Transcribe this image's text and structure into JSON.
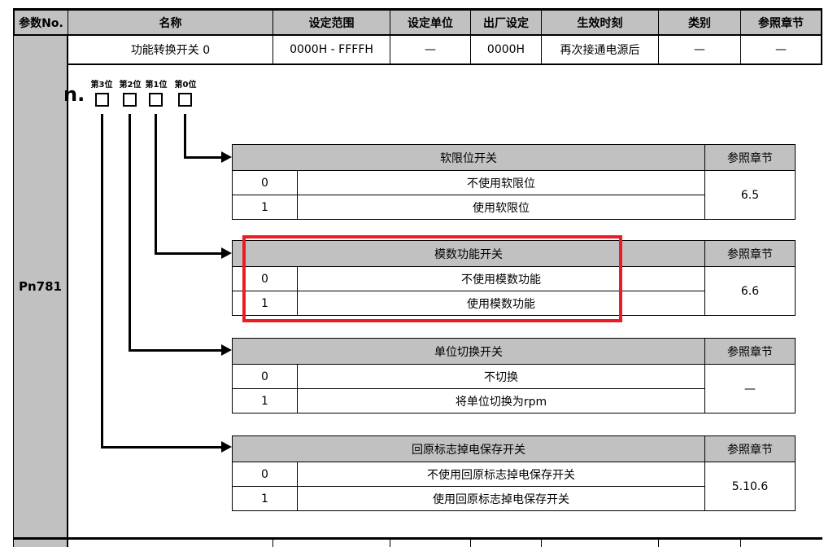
{
  "colors": {
    "header_bg": "#c1c1c1",
    "border": "#000000",
    "highlight": "#ed1c24"
  },
  "main_table": {
    "headers": [
      "参数No.",
      "名称",
      "设定范围",
      "设定单位",
      "出厂设定",
      "生效时刻",
      "类别",
      "参照章节"
    ],
    "param_no": "Pn781",
    "summary_row": {
      "name": "功能转换开关 0",
      "setting_range": "0000H - FFFFH",
      "setting_unit": "—",
      "factory_setting": "0000H",
      "effective_time": "再次接通电源后",
      "category": "—",
      "reference": "—"
    }
  },
  "bit_diagram": {
    "prefix": "n.",
    "bit_labels": [
      "第3位",
      "第2位",
      "第1位",
      "第0位"
    ]
  },
  "sub_tables": [
    {
      "title": "软限位开关",
      "ref_header": "参照章节",
      "reference": "6.5",
      "highlighted": false,
      "rows": [
        {
          "value": "0",
          "desc": "不使用软限位"
        },
        {
          "value": "1",
          "desc": "使用软限位"
        }
      ]
    },
    {
      "title": "模数功能开关",
      "ref_header": "参照章节",
      "reference": "6.6",
      "highlighted": true,
      "rows": [
        {
          "value": "0",
          "desc": "不使用模数功能"
        },
        {
          "value": "1",
          "desc": "使用模数功能"
        }
      ]
    },
    {
      "title": "单位切换开关",
      "ref_header": "参照章节",
      "reference": "—",
      "highlighted": false,
      "rows": [
        {
          "value": "0",
          "desc": "不切换"
        },
        {
          "value": "1",
          "desc": "将单位切换为rpm"
        }
      ]
    },
    {
      "title": "回原标志掉电保存开关",
      "ref_header": "参照章节",
      "reference": "5.10.6",
      "highlighted": false,
      "rows": [
        {
          "value": "0",
          "desc": "不使用回原标志掉电保存开关"
        },
        {
          "value": "1",
          "desc": "使用回原标志掉电保存开关"
        }
      ]
    }
  ]
}
